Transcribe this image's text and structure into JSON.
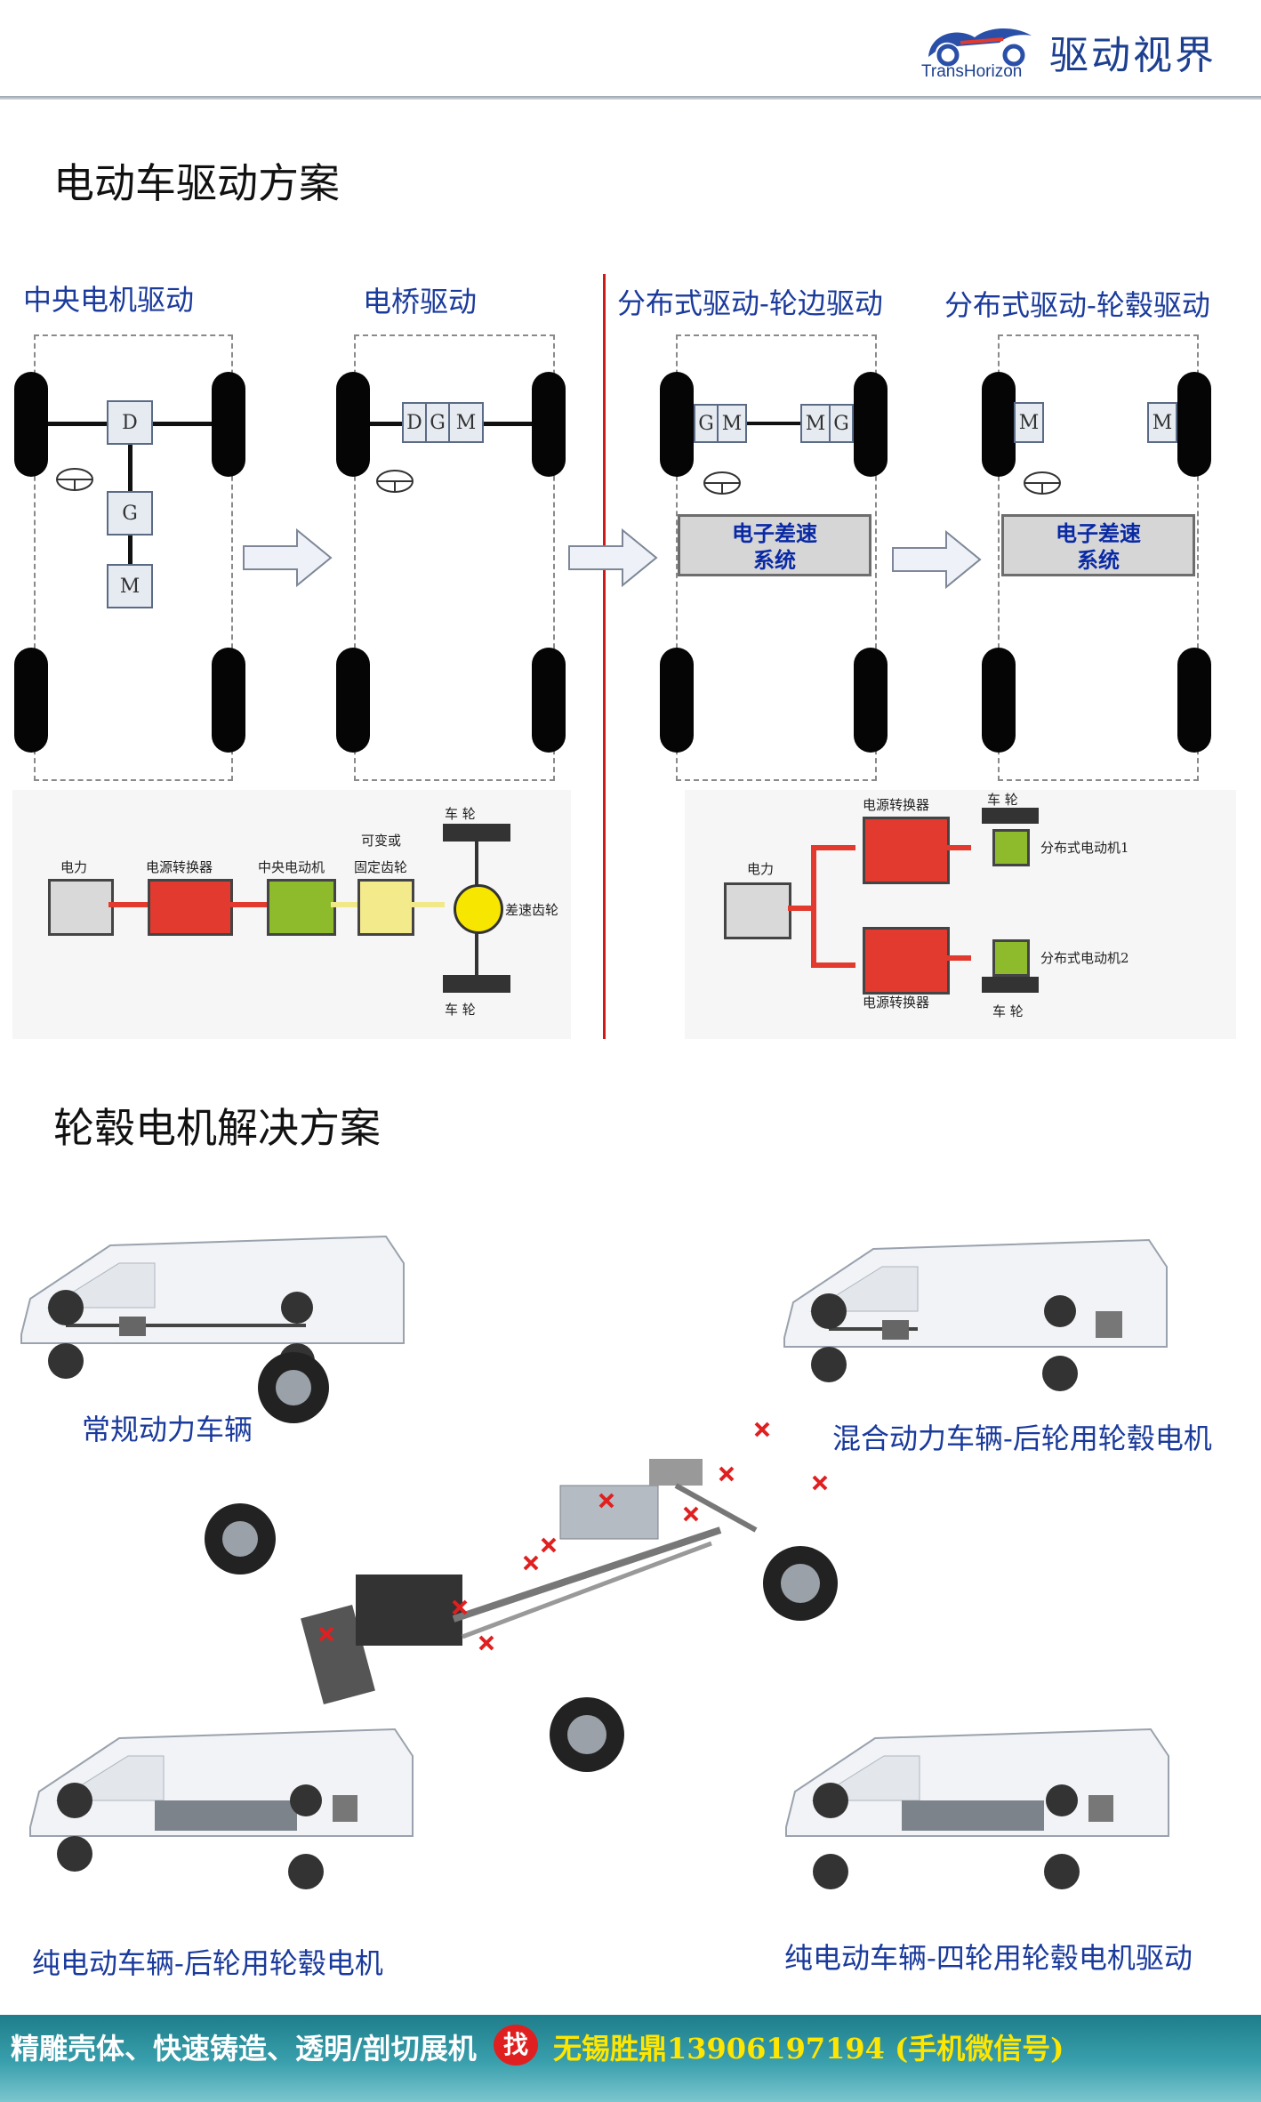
{
  "header": {
    "logo_text_cn": "驱动视界",
    "logo_text_en": "TransHorizon"
  },
  "section1": {
    "title": "电动车驱动方案",
    "diagrams": [
      {
        "title": "中央电机驱动",
        "boxes": [
          "D",
          "G",
          "M"
        ]
      },
      {
        "title": "电桥驱动",
        "boxes": [
          "D",
          "G",
          "M"
        ]
      },
      {
        "title": "分布式驱动-轮边驱动",
        "boxes": [
          "G",
          "M",
          "M",
          "G"
        ],
        "ediff": "电子差速\n系统"
      },
      {
        "title": "分布式驱动-轮毂驱动",
        "boxes": [
          "M",
          "M"
        ],
        "ediff": "电子差速\n系统"
      }
    ],
    "flow_left": {
      "power": "电力",
      "converter": "电源转换器",
      "motor": "中央电动机",
      "gear_top": "可变或",
      "gear": "固定齿轮",
      "wheel_top": "车 轮",
      "wheel_bottom": "车 轮",
      "diff": "差速齿轮"
    },
    "flow_right": {
      "power": "电力",
      "converter_top": "电源转换器",
      "converter_bottom": "电源转换器",
      "wheel_top": "车 轮",
      "wheel_bottom": "车 轮",
      "motor1": "分布式电动机1",
      "motor2": "分布式电动机2"
    }
  },
  "section2": {
    "title": "轮毂电机解决方案",
    "captions": {
      "top_left": "常规动力车辆",
      "top_right": "混合动力车辆-后轮用轮毂电机",
      "bottom_left": "纯电动车辆-后轮用轮毂电机",
      "bottom_right": "纯电动车辆-四轮用轮毂电机驱动"
    }
  },
  "footer": {
    "left_text": "精雕壳体、快速铸造、透明/剖切展机",
    "badge": "找",
    "right_text": "无锡胜鼎13906197194 (手机微信号)"
  },
  "colors": {
    "title_blue": "#1a3a9c",
    "divider_red": "#d01a1a",
    "footer_teal": "#2f8f9c",
    "footer_yellow": "#ffe600",
    "converter_red": "#e23a2e",
    "motor_green": "#8dbb2c"
  }
}
